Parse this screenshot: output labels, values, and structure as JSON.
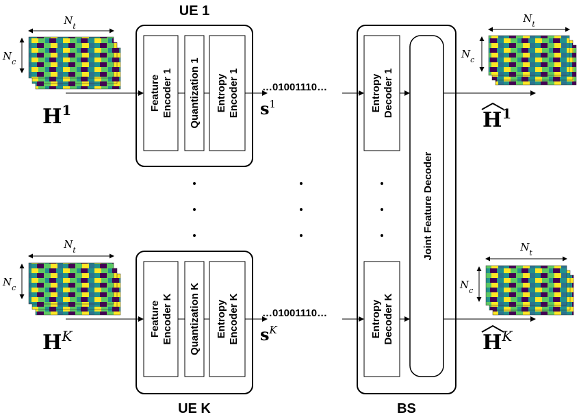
{
  "ue_top": {
    "title": "UE 1",
    "blocks": [
      "Feature",
      "Encoder 1",
      "Quantization 1",
      "Entropy",
      "Encoder 1"
    ]
  },
  "ue_bottom": {
    "title": "UE K",
    "blocks": [
      "Feature",
      "Encoder K",
      "Quantization K",
      "Entropy",
      "Encoder K"
    ]
  },
  "bs": {
    "title": "BS",
    "decoder_top": [
      "Entropy",
      "Decoder 1"
    ],
    "decoder_bottom": [
      "Entropy",
      "Decoder K"
    ],
    "joint": "Joint Feature Decoder"
  },
  "bitstream": "…01001110…",
  "dims": {
    "nt": "N",
    "nt_sub": "t",
    "nc": "N",
    "nc_sub": "c"
  },
  "symbols": {
    "h": "H",
    "h1_sup": "1",
    "hk_sup": "K",
    "s": "s",
    "s1_sup": "1",
    "sk_sup": "K"
  },
  "colors": {
    "viridis_low": "#440154",
    "viridis_mid": "#21918c",
    "viridis_high": "#fde725"
  }
}
